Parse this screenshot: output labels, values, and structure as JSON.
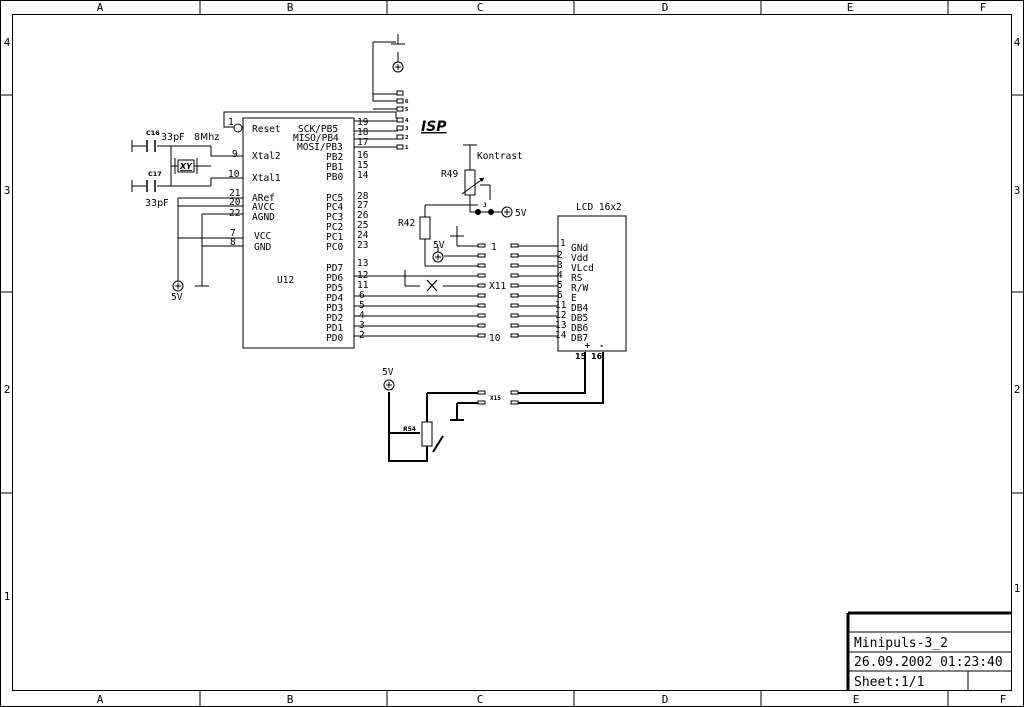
{
  "frame": {
    "columns": [
      "A",
      "B",
      "C",
      "D",
      "E",
      "F"
    ],
    "rows": [
      "4",
      "3",
      "2",
      "1"
    ]
  },
  "title_block": {
    "title": "Minipuls-3_2",
    "date": "26.09.2002 01:23:40",
    "sheet": "Sheet:1/1"
  },
  "mcu": {
    "ref": "U12",
    "pin1_num": "1",
    "reset": "Reset",
    "left_pins": [
      {
        "num": "9",
        "label": "Xtal2"
      },
      {
        "num": "10",
        "label": "Xtal1"
      },
      {
        "num": "21",
        "label": "ARef"
      },
      {
        "num": "20",
        "label": "AVCC"
      },
      {
        "num": "22",
        "label": "AGND"
      },
      {
        "num": "7",
        "label": "VCC"
      },
      {
        "num": "8",
        "label": "GND"
      }
    ],
    "right_pins": [
      {
        "num": "19",
        "label": "SCK/PB5"
      },
      {
        "num": "18",
        "label": "MISO/PB4"
      },
      {
        "num": "17",
        "label": "MOSI/PB3"
      },
      {
        "num": "16",
        "label": "PB2"
      },
      {
        "num": "15",
        "label": "PB1"
      },
      {
        "num": "14",
        "label": "PB0"
      },
      {
        "num": "28",
        "label": "PC5"
      },
      {
        "num": "27",
        "label": "PC4"
      },
      {
        "num": "26",
        "label": "PC3"
      },
      {
        "num": "25",
        "label": "PC2"
      },
      {
        "num": "24",
        "label": "PC1"
      },
      {
        "num": "23",
        "label": "PC0"
      },
      {
        "num": "13",
        "label": "PD7"
      },
      {
        "num": "12",
        "label": "PD6"
      },
      {
        "num": "11",
        "label": "PD5"
      },
      {
        "num": "6",
        "label": "PD4"
      },
      {
        "num": "5",
        "label": "PD3"
      },
      {
        "num": "4",
        "label": "PD2"
      },
      {
        "num": "3",
        "label": "PD1"
      },
      {
        "num": "2",
        "label": "PD0"
      }
    ]
  },
  "crystal": {
    "c16": "C16",
    "c17": "C17",
    "c16_value": "33pF",
    "c17_value": "33pF",
    "freq": "8Mhz",
    "label": "XY"
  },
  "isp": {
    "label": "ISP",
    "pins": [
      "1",
      "2",
      "3",
      "4",
      "5",
      "6"
    ]
  },
  "lcd": {
    "title": "LCD 16x2",
    "pins": [
      {
        "num": "1",
        "label": "GNd"
      },
      {
        "num": "2",
        "label": "Vdd"
      },
      {
        "num": "3",
        "label": "VLcd"
      },
      {
        "num": "4",
        "label": "RS"
      },
      {
        "num": "5",
        "label": "R/W"
      },
      {
        "num": "6",
        "label": "E"
      },
      {
        "num": "11",
        "label": "DB4"
      },
      {
        "num": "12",
        "label": "DB5"
      },
      {
        "num": "13",
        "label": "DB6"
      },
      {
        "num": "14",
        "label": "DB7"
      }
    ],
    "bl_pos": "15",
    "bl_neg": "16",
    "plus": "+",
    "minus": "-"
  },
  "connectors": {
    "x11": "X11",
    "x11_first": "1",
    "x11_last": "10",
    "x15": "X15"
  },
  "parts": {
    "r49": "R49",
    "r42": "R42",
    "r54": "R54",
    "kontrast": "Kontrast",
    "jumper": "J",
    "power": "5V"
  }
}
